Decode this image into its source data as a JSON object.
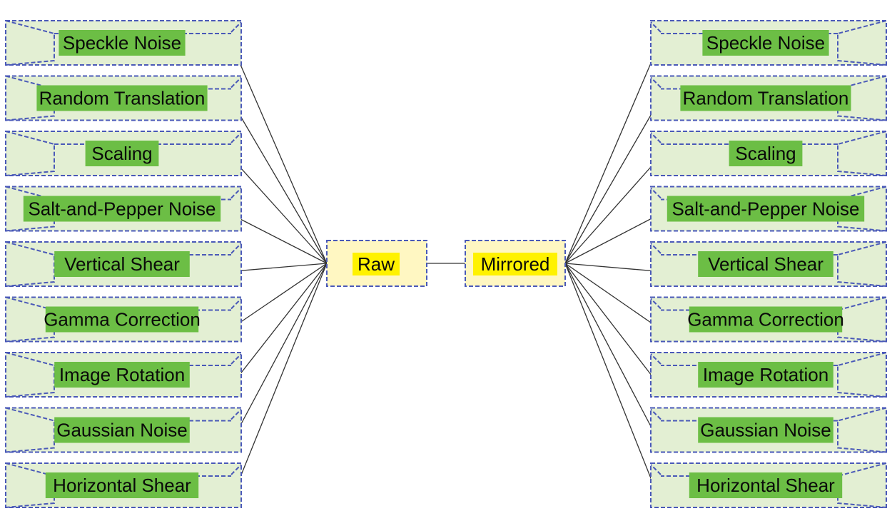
{
  "hubs": {
    "left_label": "Raw",
    "right_label": "Mirrored"
  },
  "left_items": [
    "Speckle Noise",
    "Random Translation",
    "Scaling",
    "Salt-and-Pepper Noise",
    "Vertical Shear",
    "Gamma Correction",
    "Image Rotation",
    "Gaussian Noise",
    "Horizontal Shear"
  ],
  "right_items": [
    "Speckle Noise",
    "Random Translation",
    "Scaling",
    "Salt-and-Pepper Noise",
    "Vertical Shear",
    "Gamma Correction",
    "Image Rotation",
    "Gaussian Noise",
    "Horizontal Shear"
  ],
  "colors": {
    "label_fill": "#6cbe45",
    "box_fill": "#e3efd3",
    "box_border": "#4a59b8",
    "hub_fill": "#fff200",
    "hub_outer_fill": "#fff7c2"
  }
}
